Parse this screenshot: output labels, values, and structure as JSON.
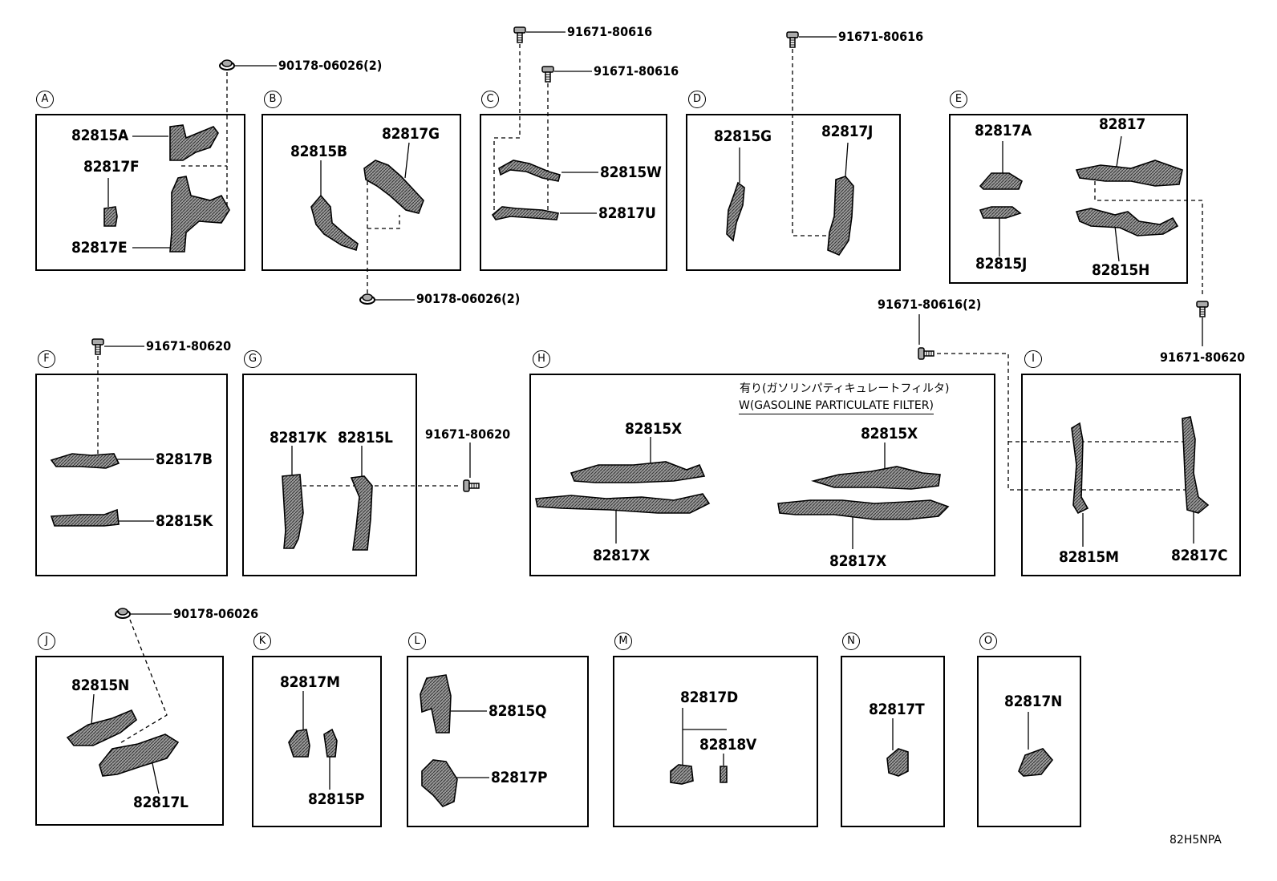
{
  "diagram_code": "82H5NPA",
  "sections": [
    {
      "letter": "A",
      "parts": {
        "p1": "82815A",
        "p2": "82817F",
        "p3": "82817E"
      },
      "fastener": "90178-06026(2)"
    },
    {
      "letter": "B",
      "parts": {
        "p1": "82815B",
        "p2": "82817G"
      },
      "fastener": "90178-06026(2)"
    },
    {
      "letter": "C",
      "parts": {
        "p1": "82815W",
        "p2": "82817U"
      },
      "fasteners": [
        "91671-80616",
        "91671-80616"
      ]
    },
    {
      "letter": "D",
      "parts": {
        "p1": "82815G",
        "p2": "82817J"
      },
      "fastener": "91671-80616"
    },
    {
      "letter": "E",
      "parts": {
        "p1": "82817A",
        "p2": "82817",
        "p3": "82815J",
        "p4": "82815H"
      }
    },
    {
      "letter": "F",
      "parts": {
        "p1": "82817B",
        "p2": "82815K"
      },
      "fastener": "91671-80620"
    },
    {
      "letter": "G",
      "parts": {
        "p1": "82817K",
        "p2": "82815L"
      },
      "fastener": "91671-80620"
    },
    {
      "letter": "H",
      "parts": {
        "p1": "82815X",
        "p2": "82817X",
        "p3": "82815X",
        "p4": "82817X"
      },
      "note_jp": "有り(ガソリンパティキュレートフィルタ)",
      "note_en": "W(GASOLINE PARTICULATE FILTER)",
      "fastener": "91671-80616(2)"
    },
    {
      "letter": "I",
      "parts": {
        "p1": "82815M",
        "p2": "82817C"
      },
      "fastener": "91671-80620"
    },
    {
      "letter": "J",
      "parts": {
        "p1": "82815N",
        "p2": "82817L"
      },
      "fastener": "90178-06026"
    },
    {
      "letter": "K",
      "parts": {
        "p1": "82817M",
        "p2": "82815P"
      }
    },
    {
      "letter": "L",
      "parts": {
        "p1": "82815Q",
        "p2": "82817P"
      }
    },
    {
      "letter": "M",
      "parts": {
        "p1": "82817D",
        "p2": "82818V"
      }
    },
    {
      "letter": "N",
      "parts": {
        "p1": "82817T"
      }
    },
    {
      "letter": "O",
      "parts": {
        "p1": "82817N"
      }
    }
  ]
}
